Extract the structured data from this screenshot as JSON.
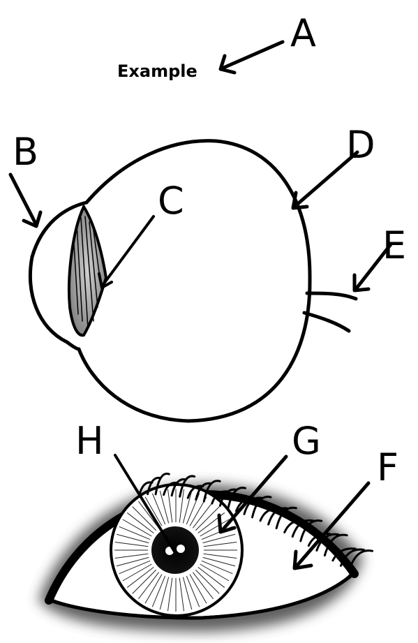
{
  "example_text": "Example",
  "labels": {
    "a": "A",
    "b": "B",
    "c": "C",
    "d": "D",
    "e": "E",
    "f": "F",
    "g": "G",
    "h": "H"
  }
}
